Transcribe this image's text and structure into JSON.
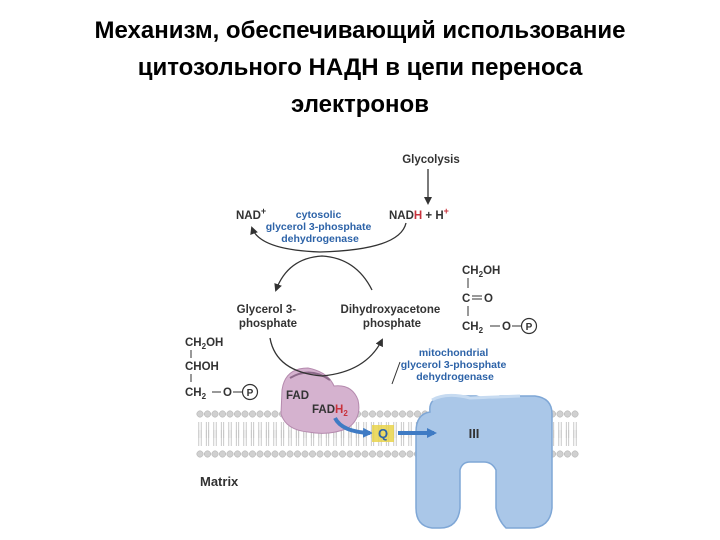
{
  "title": {
    "line1": "Механизм, обеспечивающий использование",
    "line2": "цитозольного НАДН в цепи переноса",
    "line3": "электронов"
  },
  "diagram": {
    "glycolysis": "Glycolysis",
    "nad_plus": "NAD",
    "nad_plus_sup": "+",
    "nadh": "NAD",
    "nadh_h": "H",
    "nadh_plus": " + H",
    "nadh_plus_sup": "+",
    "cytosolic_enzyme": [
      "cytosolic",
      "glycerol 3-phosphate",
      "dehydrogenase"
    ],
    "glycerol3p": [
      "Glycerol 3-",
      "phosphate"
    ],
    "dhap": [
      "Dihydroxyacetone",
      "phosphate"
    ],
    "mito_enzyme": [
      "mitochondrial",
      "glycerol 3-phosphate",
      "dehydrogenase"
    ],
    "fad": "FAD",
    "fadh2": "FAD",
    "fadh2_h": "H",
    "fadh2_sub": "2",
    "q": "Q",
    "complex": "III",
    "matrix": "Matrix",
    "phosphate": "P",
    "dhap_struct": {
      "ch2oh": "CH",
      "ch2oh_sub": "2",
      "ch2oh_rest": "OH",
      "co": "C",
      "co_rest": "O",
      "ch2o": "CH",
      "ch2o_sub": "2",
      "ch2o_rest": "O"
    },
    "g3p_struct": {
      "ch2oh": "CH",
      "ch2oh_sub": "2",
      "ch2oh_rest": "OH",
      "choh": "CHOH",
      "ch2o": "CH",
      "ch2o_sub": "2",
      "ch2o_rest": "O"
    }
  },
  "colors": {
    "membrane_head": "#d0d0d0",
    "enzyme_fill": "#d5b2cf",
    "complex_fill": "#aac7e8",
    "label_blue": "#2d63a8",
    "highlight_red": "#c8323c"
  }
}
